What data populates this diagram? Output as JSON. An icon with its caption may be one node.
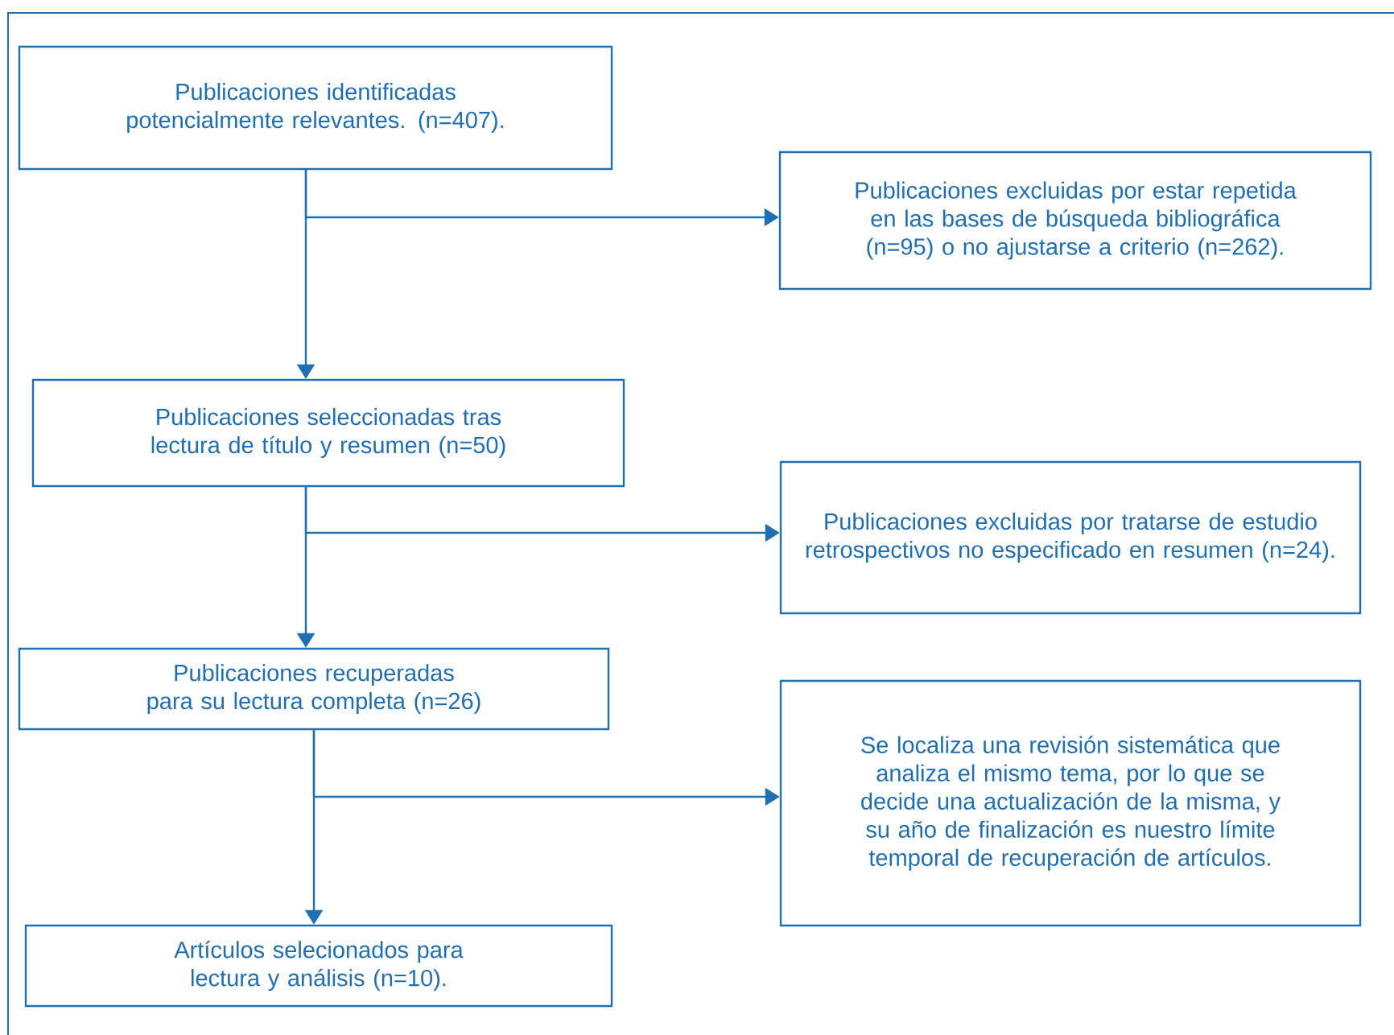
{
  "diagram": {
    "nodes": [
      {
        "text": [
          "Publicaciones identificadas potencialmente relevantes. (n=407)."
        ]
      },
      {
        "text": [
          "Publicaciones excluidas por estar repetida en las bases de búsqueda bibliográfica (n=95) o no ajustarse a criterio (n=262)."
        ]
      },
      {
        "text": [
          "Publicaciones seleccionadas tras lectura de título y resumen (n=50)"
        ]
      },
      {
        "text": [
          "Publicaciones excluidas por tratarse de estudio retrospectivos no especificado en resumen (n=24)."
        ]
      },
      {
        "text": [
          "Publicaciones recuperadas para su lectura completa (n=26)"
        ]
      },
      {
        "text": [
          "Se localiza una revisión sistemática que analiza el mismo tema, por lo que se decide una actualización de la misma, y su año de finalización es nuestro límite temporal de recuperación de artículos."
        ]
      },
      {
        "text": [
          "Artículos selecionados para lectura y análisis (n=10)."
        ]
      }
    ],
    "edges": [
      {
        "from": 0,
        "to": 2,
        "arrow": "to"
      },
      {
        "from": 0,
        "to": 1,
        "arrow": "to"
      },
      {
        "from": 2,
        "to": 4,
        "arrow": "to"
      },
      {
        "from": 2,
        "to": 3,
        "arrow": "to"
      },
      {
        "from": 4,
        "to": 6,
        "arrow": "to"
      },
      {
        "from": 4,
        "to": 5,
        "arrow": "to"
      }
    ]
  }
}
